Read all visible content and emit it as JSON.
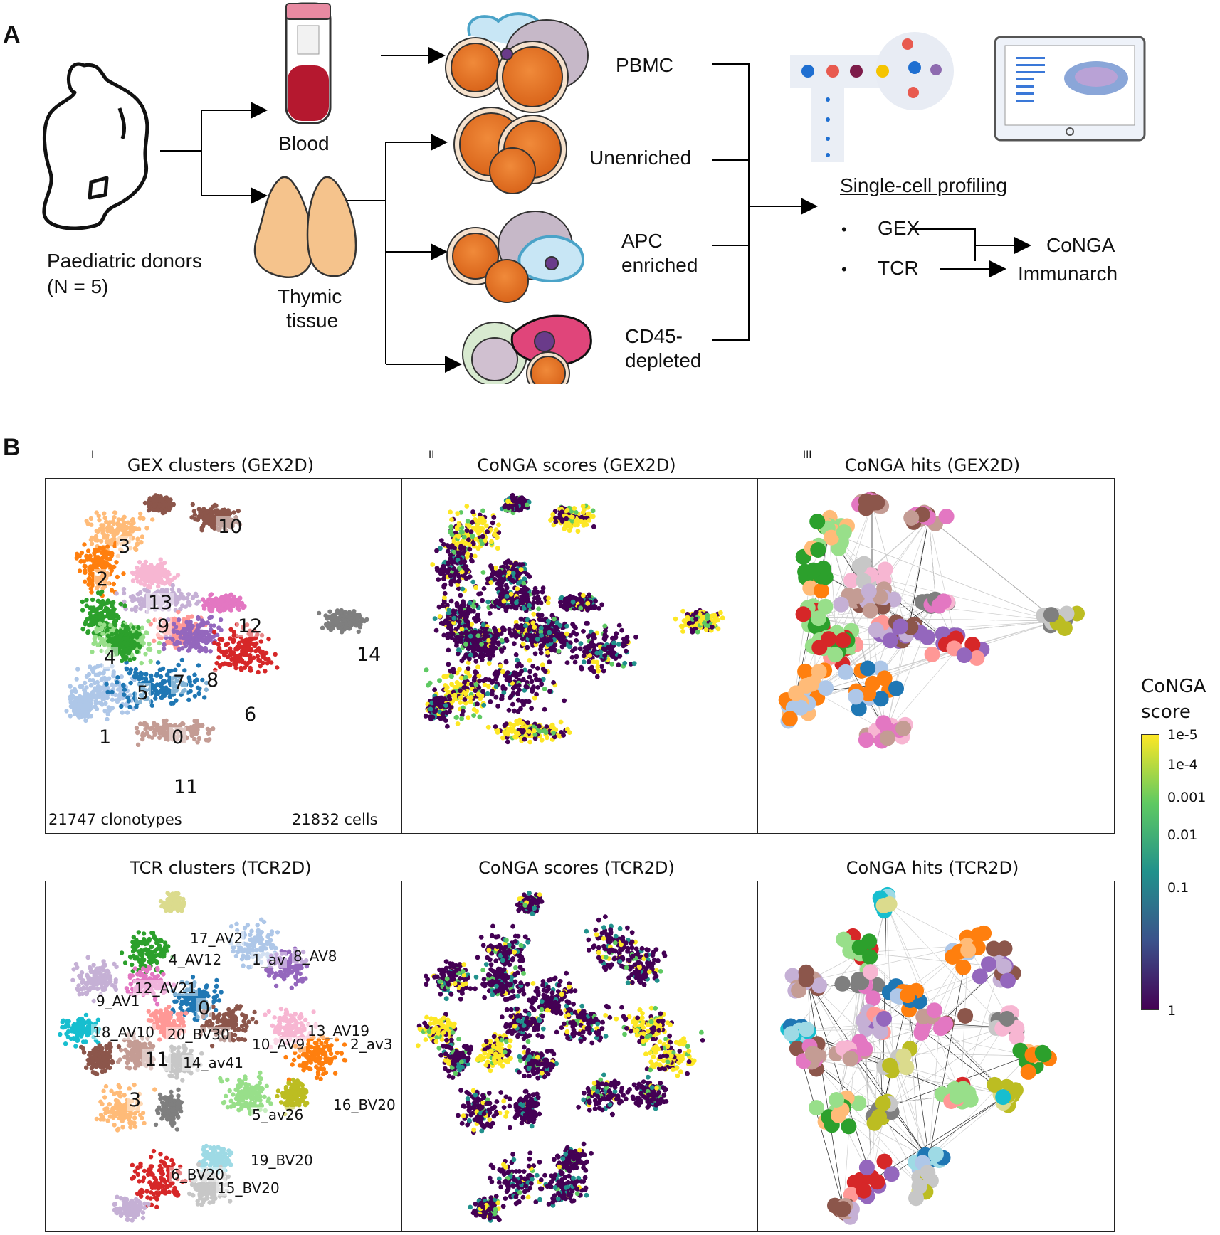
{
  "panel_a": {
    "label": "A",
    "donors": "Paediatric donors",
    "donors_n": "(N = 5)",
    "blood": "Blood",
    "thymic_1": "Thymic",
    "thymic_2": "tissue",
    "pbmc": "PBMC",
    "unenriched": "Unenriched",
    "apc_1": "APC",
    "apc_2": "enriched",
    "cd45_1": "CD45-",
    "cd45_2": "depleted",
    "profiling": "Single-cell profiling",
    "bullet": "•",
    "gex": "GEX",
    "tcr": "TCR",
    "conga": "CoNGA",
    "immunarch": "Immunarch"
  },
  "panel_b": {
    "label": "B",
    "roman_1": "I",
    "roman_2": "II",
    "roman_3": "III",
    "titles": {
      "gex_clusters": "GEX clusters (GEX2D)",
      "conga_scores_gex": "CoNGA scores (GEX2D)",
      "conga_hits_gex": "CoNGA hits (GEX2D)",
      "tcr_clusters": "TCR clusters (TCR2D)",
      "conga_scores_tcr": "CoNGA scores (TCR2D)",
      "conga_hits_tcr": "CoNGA hits (TCR2D)"
    },
    "clonotypes": "21747 clonotypes",
    "cells": "21832 cells",
    "gex_cluster_labels": [
      "10",
      "3",
      "2",
      "13",
      "9",
      "12",
      "4",
      "14",
      "7",
      "8",
      "5",
      "6",
      "1",
      "0",
      "11"
    ],
    "tcr_cluster_labels": [
      "17_AV2",
      "4_AV12",
      "1_av",
      "8_AV8",
      "12_AV21",
      "9_AV1",
      "0",
      "18_AV10",
      "20_BV30",
      "10_AV9",
      "13_AV19",
      "2_av3",
      "11",
      "14_av41",
      "16_BV20",
      "5_av26",
      "3",
      "19_BV20",
      "6_BV20",
      "15_BV20"
    ],
    "colorbar": {
      "title_1": "CoNGA",
      "title_2": "score",
      "ticks": [
        "1e-5",
        "1e-4",
        "0.001",
        "0.01",
        "0.1",
        "1"
      ],
      "colors": [
        "#fde725",
        "#5ec962",
        "#21918c",
        "#3b528b",
        "#440154"
      ]
    },
    "cluster_colors": [
      "#1f77b4",
      "#aec7e8",
      "#ff7f0e",
      "#ffbb78",
      "#2ca02c",
      "#98df8a",
      "#d62728",
      "#ff9896",
      "#9467bd",
      "#c5b0d5",
      "#8c564b",
      "#c49c94",
      "#e377c2",
      "#f7b6d2",
      "#7f7f7f",
      "#c7c7c7",
      "#bcbd22",
      "#dbdb8d",
      "#17becf",
      "#9edae5"
    ]
  }
}
